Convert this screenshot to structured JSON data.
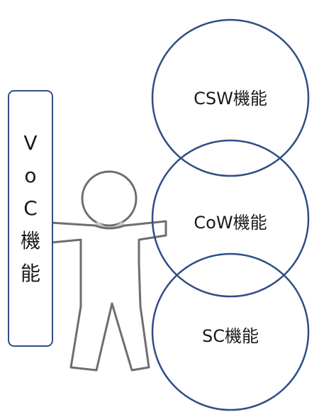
{
  "voc_box": {
    "chars": [
      "V",
      "o",
      "C",
      "機",
      "能"
    ]
  },
  "circles": [
    {
      "label": "CSW機能"
    },
    {
      "label": "CoW機能"
    },
    {
      "label": "SC機能"
    }
  ],
  "colors": {
    "circle_stroke": "#2f4e86",
    "figure_stroke": "#6e6e6e",
    "figure_shadow": "#c8c8c8"
  }
}
